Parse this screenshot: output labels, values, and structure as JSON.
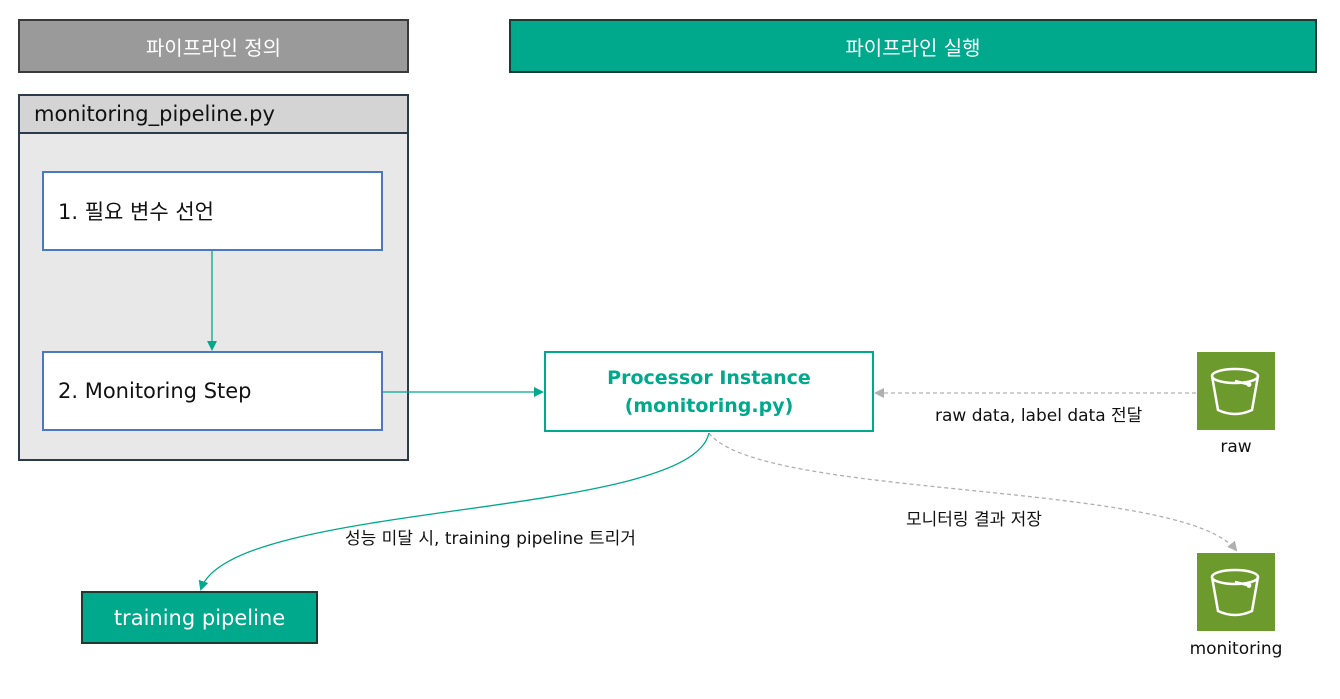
{
  "headers": {
    "definition": "파이프라인 정의",
    "execution": "파이프라인 실행"
  },
  "definition_panel": {
    "title": "monitoring_pipeline.py",
    "steps": [
      "1. 필요 변수 선언",
      "2. Monitoring Step"
    ]
  },
  "processor": {
    "line1": "Processor Instance",
    "line2": "(monitoring.py)"
  },
  "training_pipeline": "training pipeline",
  "buckets": {
    "raw": "raw",
    "monitoring": "monitoring"
  },
  "edge_labels": {
    "raw_to_processor": "raw data, label data 전달",
    "processor_to_monitoring": "모니터링 결과 저장",
    "processor_to_training": "성능 미달 시, training pipeline 트리거"
  },
  "colors": {
    "accent": "#00a88c",
    "header_gray": "#9a9a9a",
    "panel_gray": "#e8e8e8",
    "step_border": "#4a79c0",
    "bucket_green": "#6d9a2d",
    "dashed_arrow": "#b0b0b0"
  }
}
